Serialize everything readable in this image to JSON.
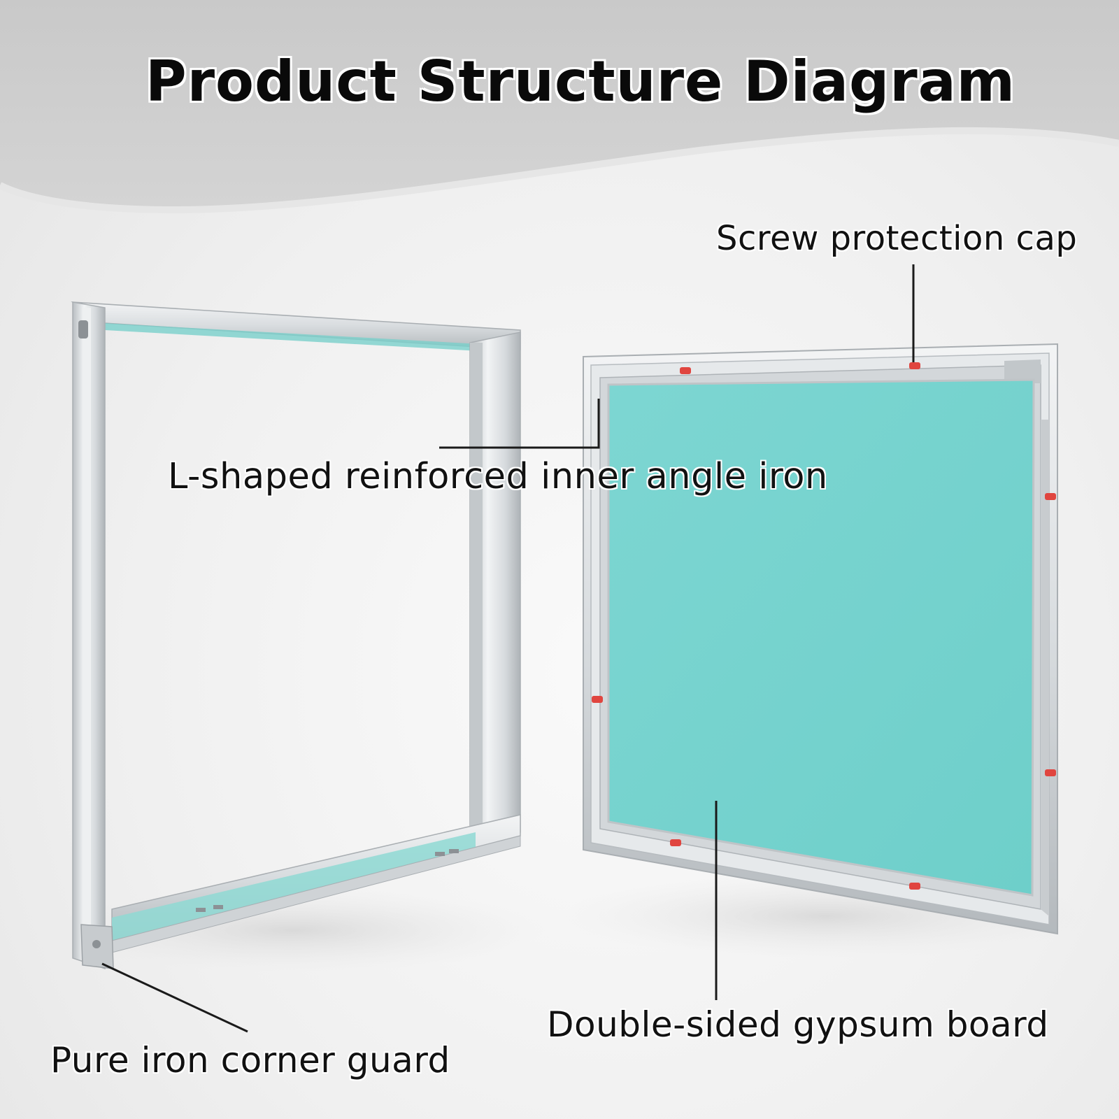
{
  "title": "Product Structure Diagram",
  "labels": {
    "screw_cap": "Screw protection cap",
    "angle_iron": "L-shaped reinforced inner angle iron",
    "gypsum_board": "Double-sided gypsum board",
    "corner_guard": "Pure iron corner guard"
  },
  "colors": {
    "gypsum": "#76d3cf",
    "frame": "#d9dde0",
    "screw_cap": "#e0453f",
    "header_band": "#cfcfcf"
  }
}
